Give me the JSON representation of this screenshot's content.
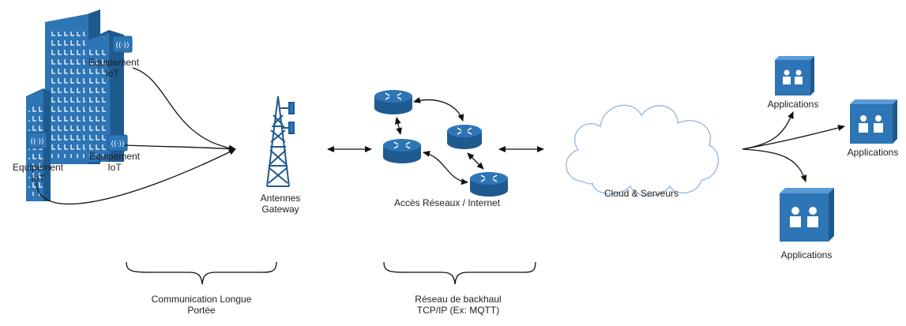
{
  "iot": {
    "device_label_top": "Equipement",
    "device_label_bottom": "IoT"
  },
  "gateway": {
    "label_line1": "Antennes",
    "label_line2": "Gateway"
  },
  "network": {
    "label": "Accès Réseaux / Internet"
  },
  "cloud": {
    "label": "Cloud & Serveurs"
  },
  "apps": {
    "label": "Applications"
  },
  "braces": {
    "left_line1": "Communication Longue",
    "left_line2": "Portée",
    "right_line1": "Réseau de backhaul",
    "right_line2": "TCP/IP (Ex: MQTT)"
  },
  "colors": {
    "accent": "#2e75b6",
    "accent_dark": "#1f5a8f",
    "line": "#111111"
  }
}
